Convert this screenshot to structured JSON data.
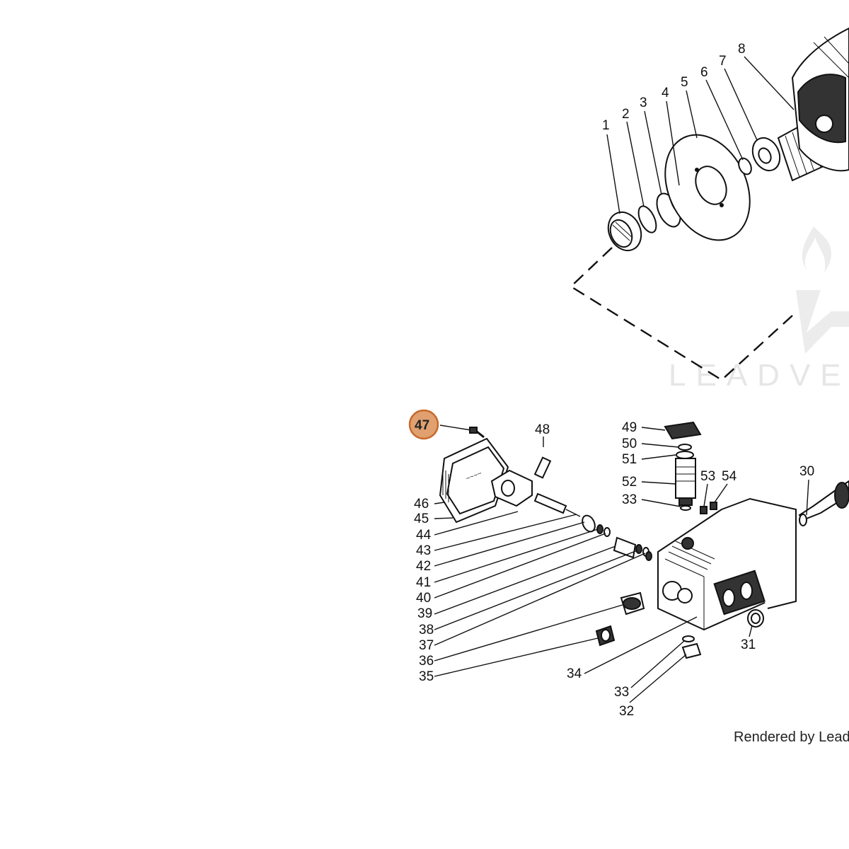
{
  "callouts": [
    {
      "id": "1",
      "text": "1"
    },
    {
      "id": "2",
      "text": "2"
    },
    {
      "id": "3",
      "text": "3"
    },
    {
      "id": "4",
      "text": "4"
    },
    {
      "id": "5",
      "text": "5"
    },
    {
      "id": "6",
      "text": "6"
    },
    {
      "id": "7",
      "text": "7"
    },
    {
      "id": "8",
      "text": "8"
    },
    {
      "id": "30",
      "text": "30"
    },
    {
      "id": "31",
      "text": "31"
    },
    {
      "id": "32",
      "text": "32"
    },
    {
      "id": "33a",
      "text": "33"
    },
    {
      "id": "33b",
      "text": "33"
    },
    {
      "id": "34",
      "text": "34"
    },
    {
      "id": "35",
      "text": "35"
    },
    {
      "id": "36",
      "text": "36"
    },
    {
      "id": "37",
      "text": "37"
    },
    {
      "id": "38",
      "text": "38"
    },
    {
      "id": "39",
      "text": "39"
    },
    {
      "id": "40",
      "text": "40"
    },
    {
      "id": "41",
      "text": "41"
    },
    {
      "id": "42",
      "text": "42"
    },
    {
      "id": "43",
      "text": "43"
    },
    {
      "id": "44",
      "text": "44"
    },
    {
      "id": "45",
      "text": "45"
    },
    {
      "id": "46",
      "text": "46"
    },
    {
      "id": "47",
      "text": "47"
    },
    {
      "id": "48",
      "text": "48"
    },
    {
      "id": "49",
      "text": "49"
    },
    {
      "id": "50",
      "text": "50"
    },
    {
      "id": "51",
      "text": "51"
    },
    {
      "id": "52",
      "text": "52"
    },
    {
      "id": "53",
      "text": "53"
    },
    {
      "id": "54",
      "text": "54"
    }
  ],
  "highlighted_callout": "47",
  "highlight_color": "#e0a070",
  "highlight_border": "#c8692a",
  "watermark": "LEADVEN",
  "credit": "Rendered by LeadVe"
}
